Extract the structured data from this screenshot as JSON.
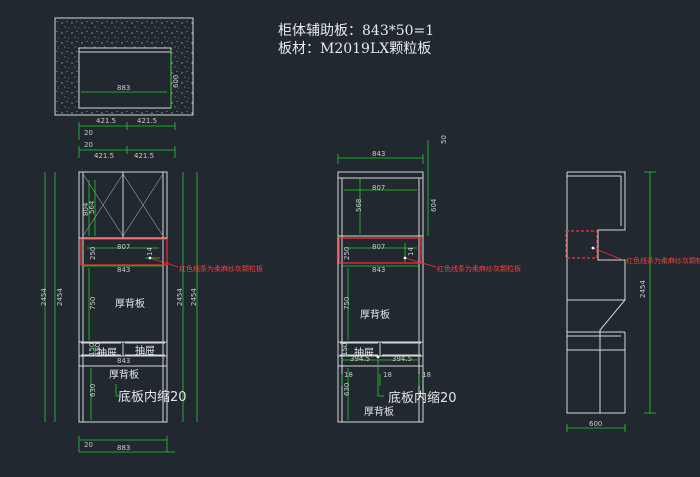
{
  "title": {
    "line1": "柜体辅助板：843*50=1",
    "line2": "板材：M2019LX颗粒板"
  },
  "colors": {
    "background": "#212830",
    "outline": "#d8d8d8",
    "dimension": "#20d020",
    "highlight": "#ff3030",
    "text": "#e8e8e8"
  },
  "top_view": {
    "width": "883",
    "depth": "600",
    "seg_left": "421.5",
    "seg_right": "421.5",
    "side": "20"
  },
  "front_view": {
    "top_side": "20",
    "seg_left": "421.5",
    "seg_right": "421.5",
    "inner_width": "807",
    "width": "843",
    "total_width": "883",
    "bottom_side": "20",
    "height_left": "2454",
    "height_right": "2454",
    "height_inner_left": "2454",
    "height_inner_right": "2454",
    "upper_v1": "804",
    "upper_v2": "564",
    "band_height": "250",
    "band_side": "14",
    "mid_height": "750",
    "d150": "150",
    "d150b": "150",
    "d630": "630",
    "back_panel": "厚背板",
    "back_panel_lower": "厚背板",
    "drawer_left": "抽屉",
    "drawer_right": "抽屉",
    "note": "红色线条为柔麻纱灰颗粒板",
    "bottom_note": "底板内缩20",
    "small_843": "843"
  },
  "side_view": {
    "width": "843",
    "inner_width": "807",
    "top_small": "50",
    "d568": "568",
    "d604": "604",
    "band_height": "250",
    "band_width": "807",
    "band_side": "14",
    "lower_width": "843",
    "d750": "750",
    "d150": "150",
    "d18a": "18",
    "d18b": "18",
    "d18c": "18",
    "seg_left": "394.5",
    "seg_right": "394.5",
    "d630": "630",
    "back_panel": "厚背板",
    "back_panel_lower": "厚背板",
    "drawer": "抽屉",
    "note": "红色线条为柔麻纱灰颗粒板",
    "bottom_note": "底板内缩20"
  },
  "right_view": {
    "height": "2454",
    "depth": "600",
    "note": "红色线条为柔麻纱灰颗粒板"
  }
}
